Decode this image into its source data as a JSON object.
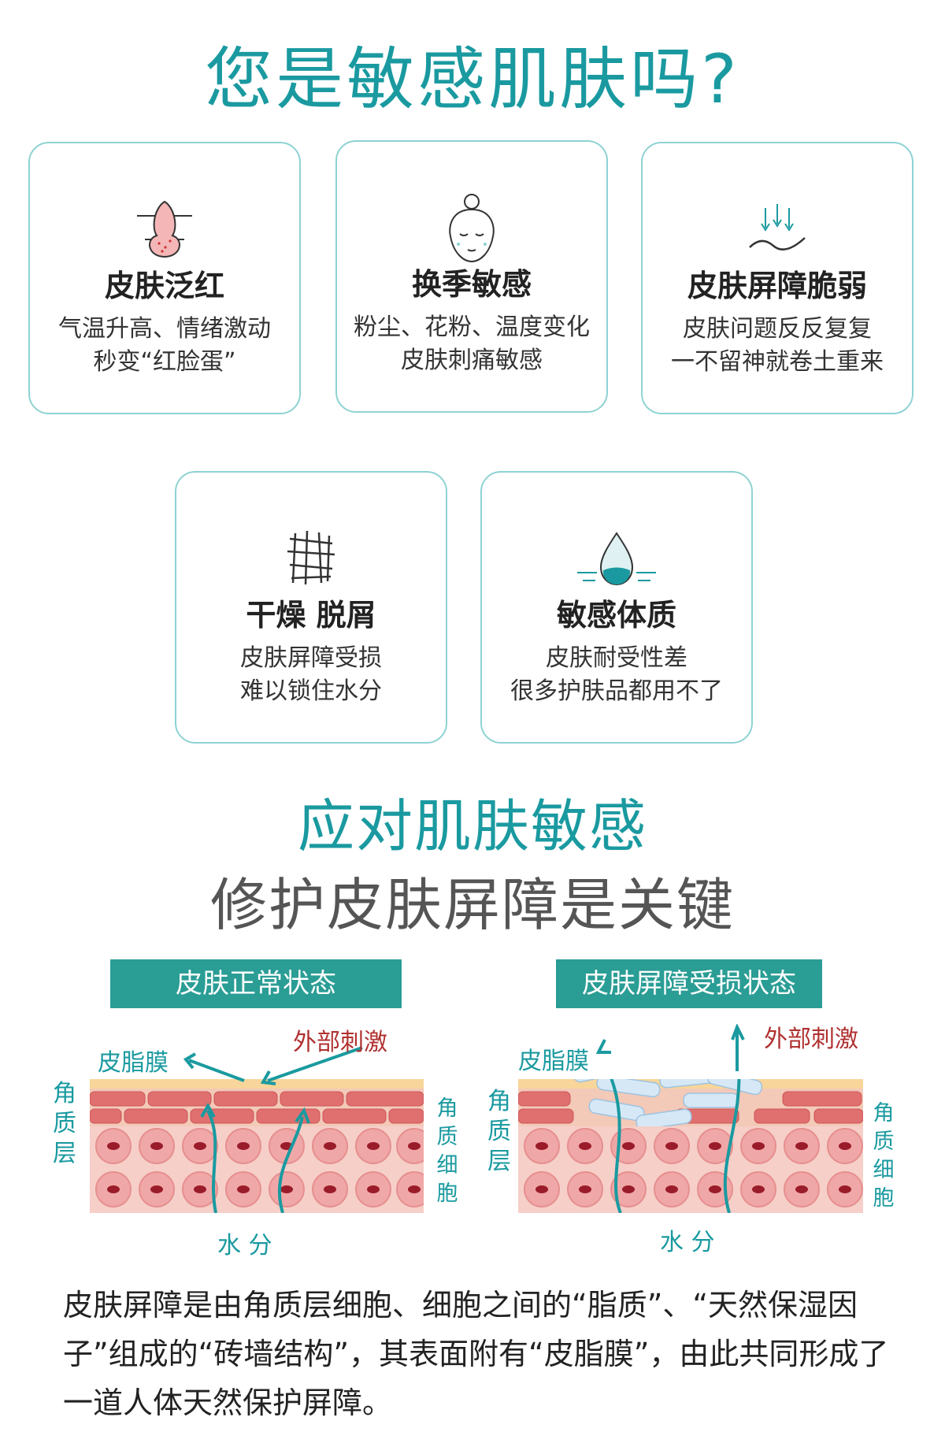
{
  "main_title": "您是敏感肌肤吗?",
  "cards": [
    {
      "title": "皮肤泛红",
      "line1": "气温升高、情绪激动",
      "line2": "秒变“红脸蛋”",
      "icon": "red-skin-icon"
    },
    {
      "title": "换季敏感",
      "line1": "粉尘、花粉、温度变化",
      "line2": "皮肤刺痛敏感",
      "icon": "face-icon"
    },
    {
      "title": "皮肤屏障脆弱",
      "line1": "皮肤问题反反复复",
      "line2": "一不留神就卷土重来",
      "icon": "fragile-barrier-icon"
    },
    {
      "title": "干燥 脱屑",
      "line1": "皮肤屏障受损",
      "line2": "难以锁住水分",
      "icon": "dry-flake-icon"
    },
    {
      "title": "敏感体质",
      "line1": "皮肤耐受性差",
      "line2": "很多护肤品都用不了",
      "icon": "water-drop-icon"
    }
  ],
  "section": {
    "title_line1": "应对肌肤敏感",
    "title_line2": "修护皮肤屏障是关键"
  },
  "diagrams": {
    "normal_label": "皮肤正常状态",
    "damaged_label": "皮肤屏障受损状态",
    "sebum": "皮脂膜",
    "external": "外部刺激",
    "stratum": "角质层",
    "keratinocyte": "角质细胞",
    "moisture": "水 分"
  },
  "paragraph": "皮肤屏障是由角质层细胞、细胞之间的“脂质”、“天然保湿因子”组成的“砖墙结构”，其表面附有“皮脂膜”，由此共同形成了一道人体天然保护屏障。",
  "colors": {
    "accent": "#1a9aa0",
    "tag": "#2a9d95",
    "red": "#b03030",
    "border": "#8ed2d3",
    "cell": "#e07070",
    "skin": "#f6cfc8"
  }
}
